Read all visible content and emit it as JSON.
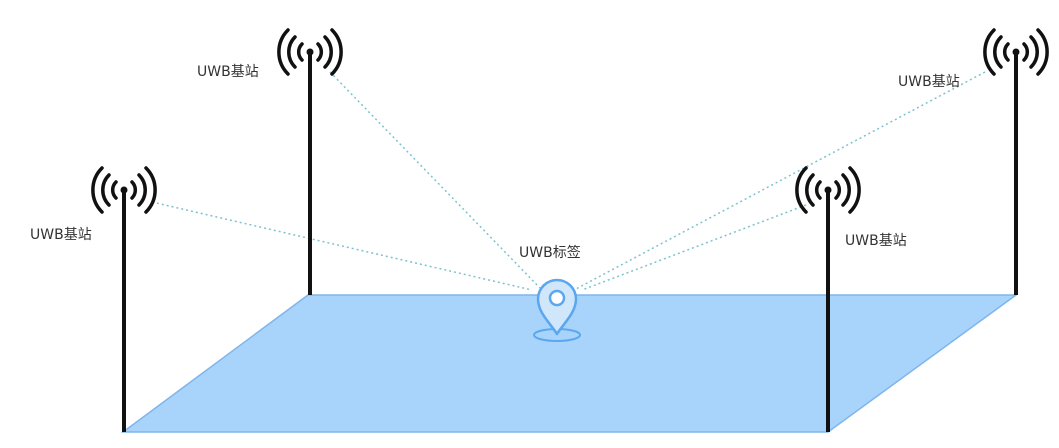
{
  "labels": {
    "station_top_left": "UWB基站",
    "station_left": "UWB基站",
    "station_top_right": "UWB基站",
    "station_right": "UWB基站",
    "tag": "UWB标签"
  },
  "colors": {
    "floor_fill": "#a8d4fb",
    "floor_stroke": "#7fb5ec",
    "signal_line": "#7cc3cf",
    "pole": "#111111",
    "tag_stroke": "#5aa7ef",
    "text": "#333333"
  },
  "icons": {
    "station": "antenna-signal-icon",
    "tag": "location-pin-icon"
  }
}
